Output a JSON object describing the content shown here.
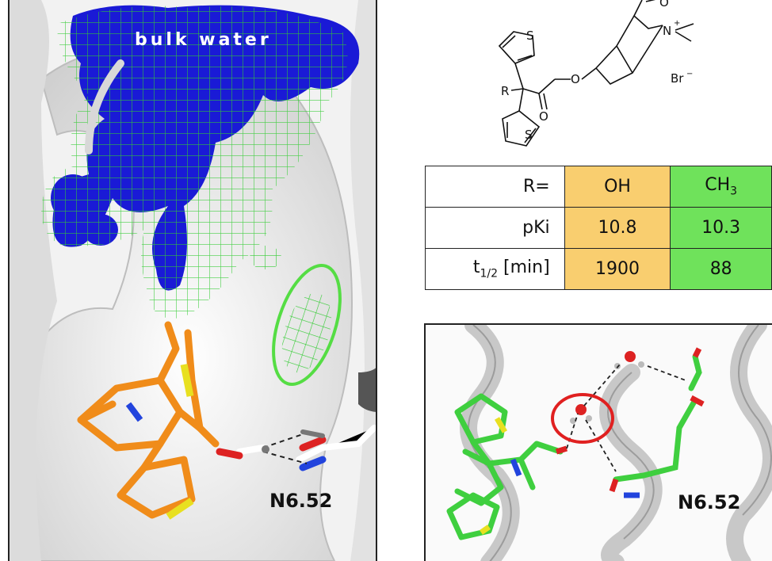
{
  "left_panel": {
    "bulk_water_label": "bulk water",
    "residue_label": "N6.52"
  },
  "structure": {
    "r_label": "R",
    "counterion": "Br",
    "counterion_charge": "−",
    "nitrogen": "N",
    "nitrogen_charge": "+",
    "oxygen": "O",
    "sulfur": "S"
  },
  "table": {
    "header": {
      "label": "R=",
      "col1": "OH",
      "col2_main": "CH",
      "col2_sub": "3"
    },
    "rows": [
      {
        "label": "pKi",
        "col1": "10.8",
        "col2": "10.3"
      },
      {
        "label_main": "t",
        "label_sub": "1/2",
        "label_rest": " [min]",
        "col1": "1900",
        "col2": "88"
      }
    ]
  },
  "right_panel": {
    "residue_label": "N6.52"
  },
  "colors": {
    "water_density_blue": "#1a1ad6",
    "mesh_green": "#33cc33",
    "ligand_orange": "#f08c1a",
    "ligand_green": "#3fcf3f",
    "oh_cell": "#f9ce6f",
    "ch3_cell": "#6fe25b",
    "highlight_red": "#e02020"
  }
}
